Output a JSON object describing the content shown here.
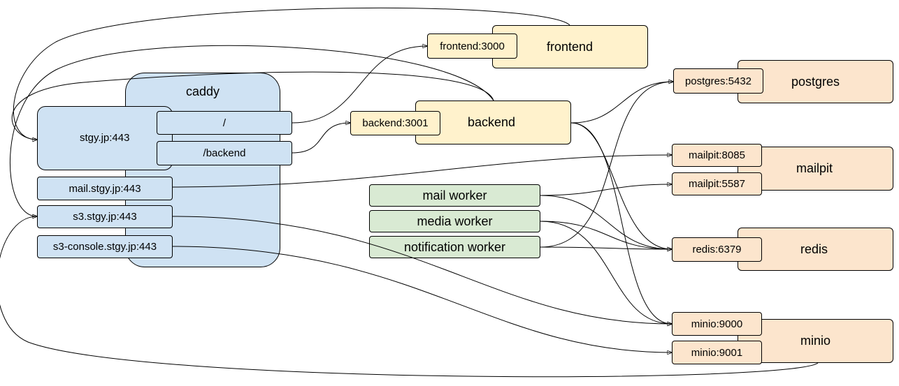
{
  "caddy": {
    "title": "caddy",
    "hosts": {
      "stgy": "stgy.jp:443",
      "mail": "mail.stgy.jp:443",
      "s3": "s3.stgy.jp:443",
      "s3_console": "s3-console.stgy.jp:443"
    },
    "routes": {
      "root": "/",
      "backend": "/backend"
    }
  },
  "frontend": {
    "name": "frontend",
    "port": "frontend:3000"
  },
  "backend": {
    "name": "backend",
    "port": "backend:3001"
  },
  "postgres": {
    "name": "postgres",
    "port": "postgres:5432"
  },
  "mailpit": {
    "name": "mailpit",
    "ports": [
      "mailpit:8085",
      "mailpit:5587"
    ]
  },
  "redis": {
    "name": "redis",
    "port": "redis:6379"
  },
  "minio": {
    "name": "minio",
    "ports": [
      "minio:9000",
      "minio:9001"
    ]
  },
  "workers": [
    "mail worker",
    "media worker",
    "notification worker"
  ]
}
